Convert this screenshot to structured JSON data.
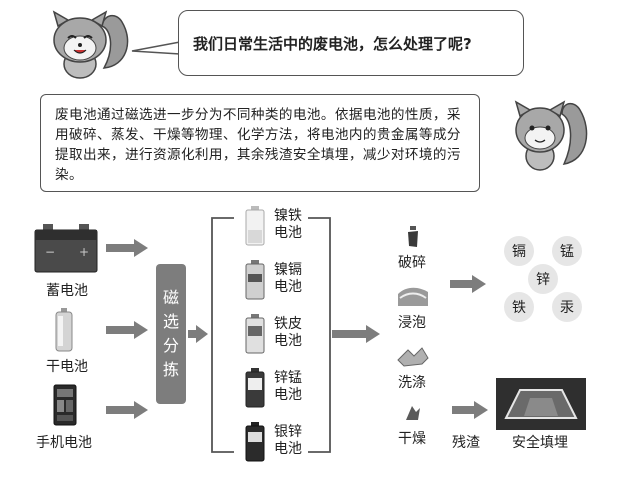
{
  "question": "我们日常生活中的废电池，怎么处理了呢?",
  "answer": "废电池通过磁选进一步分为不同种类的电池。依据电池的性质，采用破碎、蒸发、干燥等物理、化学方法，将电池内的贵金属等成分提取出来，进行资源化利用，其余残渣安全填埋，减少对环境的污染。",
  "sources": [
    {
      "label": "蓄电池",
      "icon": "car-battery-icon"
    },
    {
      "label": "干电池",
      "icon": "dry-cell-icon"
    },
    {
      "label": "手机电池",
      "icon": "phone-battery-icon"
    }
  ],
  "magnetic_separation": [
    "磁",
    "选",
    "分",
    "拣"
  ],
  "battery_types": [
    {
      "line1": "镍铁",
      "line2": "电池"
    },
    {
      "line1": "镍镉",
      "line2": "电池"
    },
    {
      "line1": "铁皮",
      "line2": "电池"
    },
    {
      "line1": "锌锰",
      "line2": "电池"
    },
    {
      "line1": "银锌",
      "line2": "电池"
    }
  ],
  "processes": [
    {
      "label": "破碎",
      "icon": "crushing-icon"
    },
    {
      "label": "浸泡",
      "icon": "soaking-icon"
    },
    {
      "label": "洗涤",
      "icon": "washing-icon"
    },
    {
      "label": "干燥",
      "icon": "drying-icon"
    }
  ],
  "metals": [
    "镉",
    "锰",
    "锌",
    "铁",
    "汞"
  ],
  "residue": "残渣",
  "landfill": "安全填埋"
}
